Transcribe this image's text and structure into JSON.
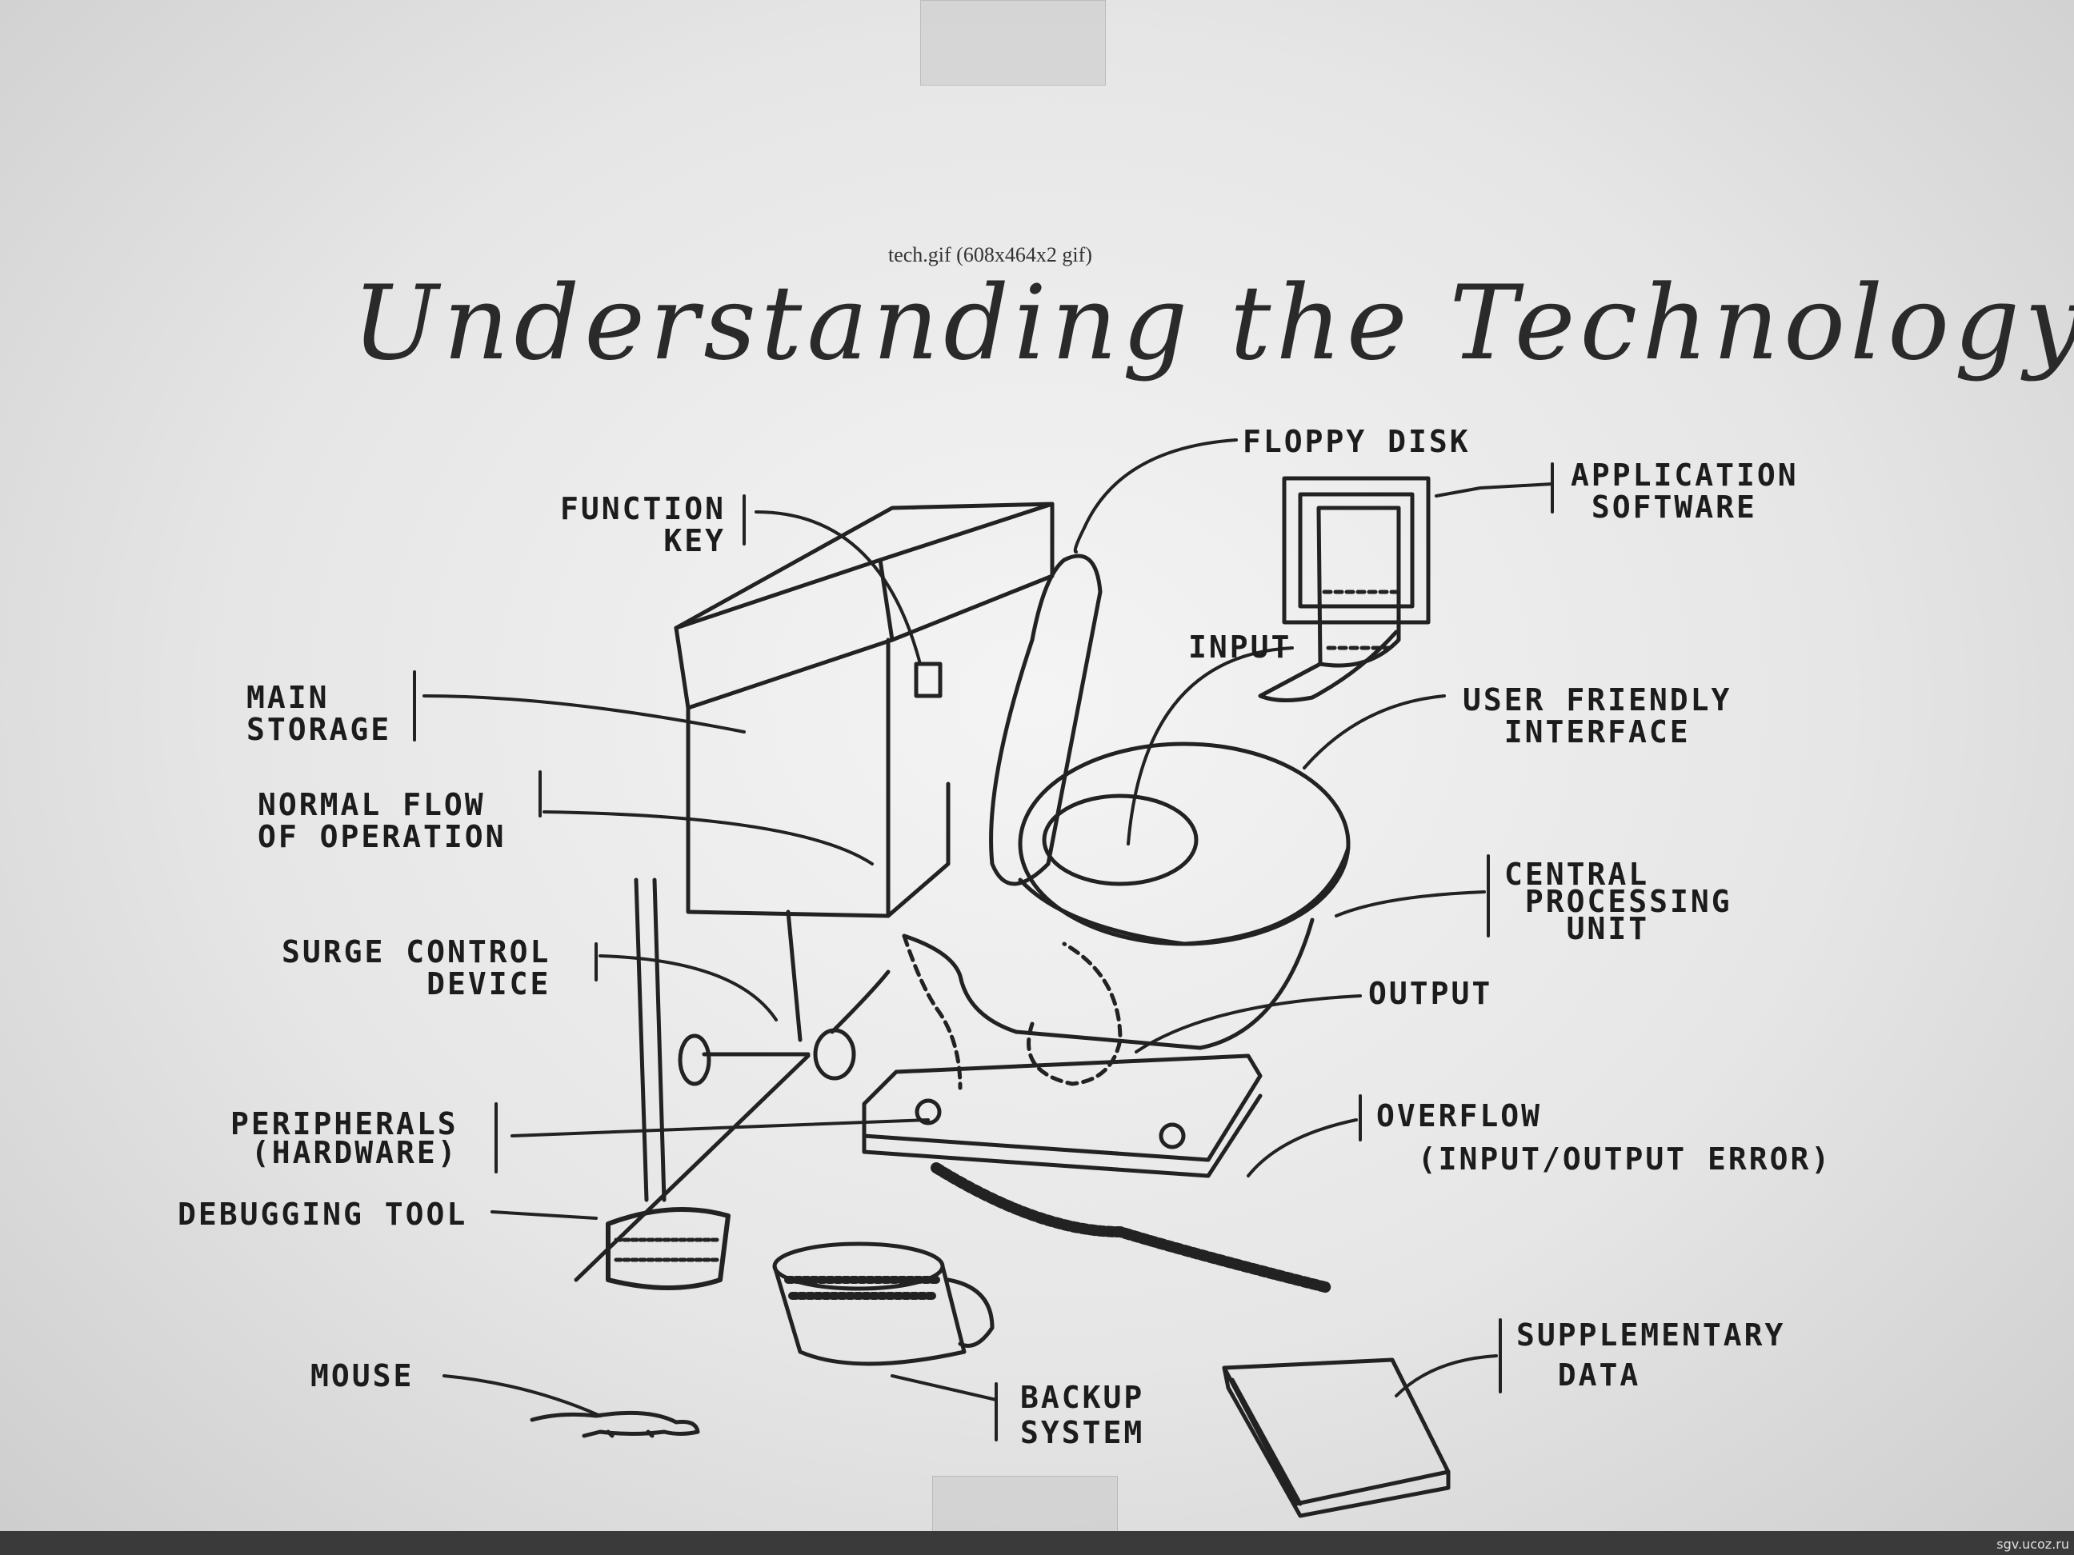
{
  "caption": "tech.gif (608x464x2 gif)",
  "title": "Understanding the Technology",
  "labels": {
    "floppy_disk": "FLOPPY DISK",
    "application_software": "APPLICATION\n SOFTWARE",
    "function_key": "FUNCTION\n     KEY",
    "input": "INPUT",
    "main_storage": "MAIN\nSTORAGE",
    "user_friendly_interface": "USER FRIENDLY\n  INTERFACE",
    "normal_flow": "NORMAL FLOW\nOF OPERATION",
    "central_processing_unit": "CENTRAL\n PROCESSING\n   UNIT",
    "surge_control": "SURGE CONTROL\n       DEVICE",
    "output": "OUTPUT",
    "overflow": "OVERFLOW\n  (INPUT/OUTPUT ERROR)",
    "peripherals": "PERIPHERALS\n (HARDWARE)",
    "debugging_tool": "DEBUGGING TOOL",
    "supplementary_data": "SUPPLEMENTARY\n  DATA",
    "mouse": "MOUSE",
    "backup_system": "BACKUP\nSYSTEM"
  },
  "watermark": "sgv.ucoz.ru"
}
